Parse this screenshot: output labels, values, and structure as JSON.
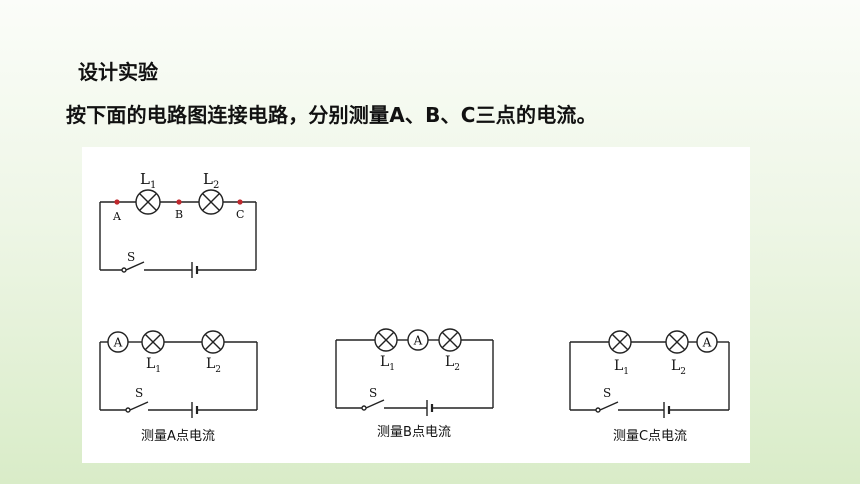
{
  "heading": "设计实验",
  "instruction": "按下面的电路图连接电路，分别测量A、B、C三点的电流。",
  "diagram": {
    "lamp1": "L",
    "lamp2": "L",
    "sub1": "1",
    "sub2": "2",
    "switch": "S",
    "ammeter": "A",
    "point_a": "A",
    "point_b": "B",
    "point_c": "C",
    "caption_a": "测量A点电流",
    "caption_b": "测量B点电流",
    "caption_c": "测量C点电流"
  },
  "colors": {
    "wire": "#222222",
    "point": "#c0282d"
  }
}
